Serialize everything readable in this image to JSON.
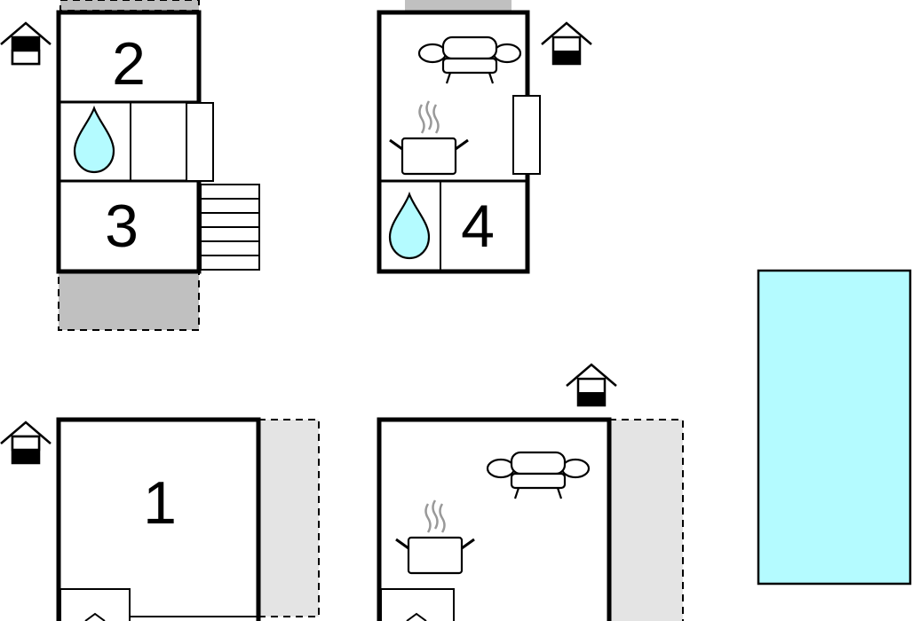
{
  "floorplan": {
    "rooms": [
      {
        "label": "2"
      },
      {
        "label": "3"
      },
      {
        "label": "4"
      },
      {
        "label": "1"
      }
    ]
  },
  "colors": {
    "water": "#b4fbff",
    "terrace_dark": "#c0c0c0",
    "terrace_light": "#e4e4e4",
    "wall": "#000000",
    "pool": "#b4fbff"
  },
  "icons": [
    "house-level-icon",
    "sofa-icon",
    "cooking-pot-icon",
    "water-drop-icon",
    "stairs-icon",
    "pool"
  ]
}
